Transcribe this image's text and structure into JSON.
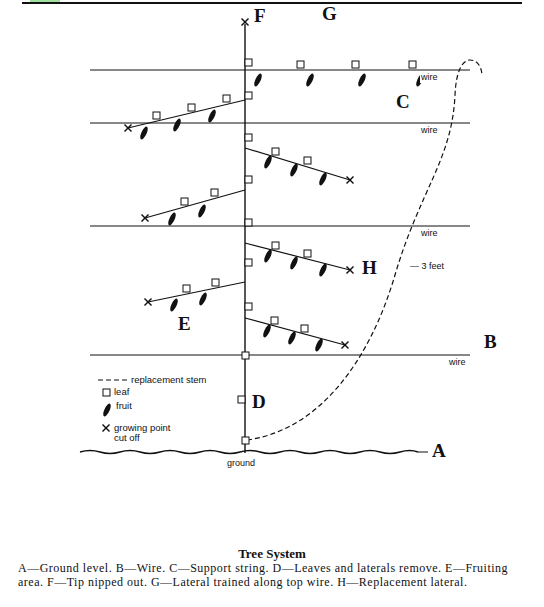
{
  "diagram": {
    "title": "Tree System",
    "caption": "A—Ground level. B—Wire. C—Support string. D—Leaves and laterals remove. E—Fruiting area. F—Tip nipped out. G—Lateral trained along top wire. H—Replacement lateral.",
    "labels": [
      "F",
      "G",
      "wire",
      "C",
      "wire",
      "H",
      "— 3 feet",
      "wire",
      "E",
      "B",
      "wire",
      "D",
      "A",
      "ground"
    ],
    "legend": [
      {
        "text": "replacement stem"
      },
      {
        "text": "leaf"
      },
      {
        "text": "fruit"
      },
      {
        "text": "growing point cut off"
      }
    ]
  }
}
